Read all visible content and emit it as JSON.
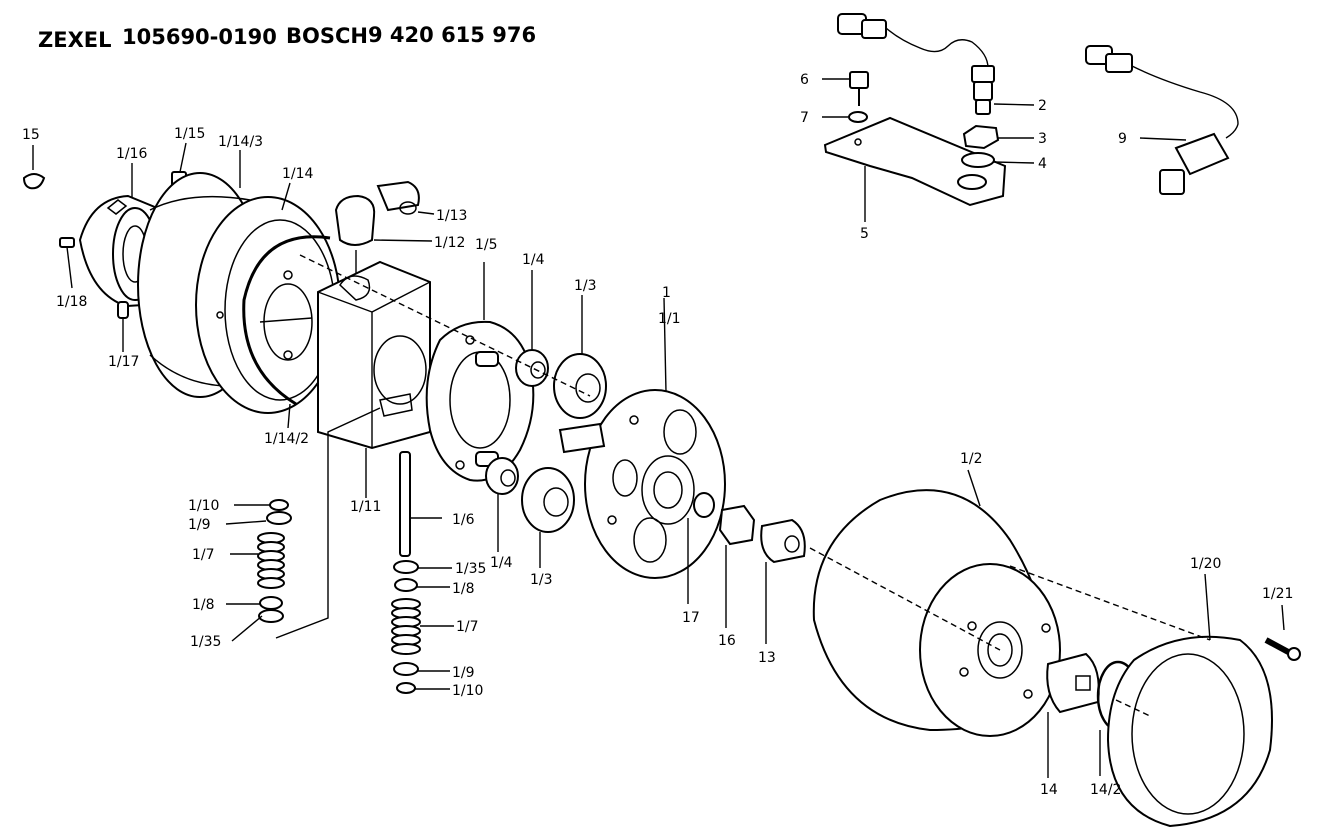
{
  "header": {
    "brand1": "ZEXEL",
    "number1": "105690-0190",
    "brand2": "BOSCH",
    "number2": "9 420 615 976"
  },
  "labels": {
    "l15": "15",
    "l1_16": "1/16",
    "l1_15": "1/15",
    "l1_14_3": "1/14/3",
    "l1_14": "1/14",
    "l1_13": "1/13",
    "l1_12": "1/12",
    "l1_5": "1/5",
    "l1_4a": "1/4",
    "l1_3a": "1/3",
    "l1": "1",
    "l1_1": "1/1",
    "l1_18": "1/18",
    "l1_17": "1/17",
    "l1_14_2": "1/14/2",
    "l1_11": "1/11",
    "l1_6": "1/6",
    "l1_35a": "1/35",
    "l1_8a": "1/8",
    "l1_7a": "1/7",
    "l1_9a": "1/9",
    "l1_10a": "1/10",
    "l1_4b": "1/4",
    "l1_3b": "1/3",
    "l17": "17",
    "l16": "16",
    "l13": "13",
    "l1_2": "1/2",
    "l1_20": "1/20",
    "l1_21": "1/21",
    "l14": "14",
    "l14_2": "14/2",
    "l1_10b": "1/10",
    "l1_9b": "1/9",
    "l1_7b": "1/7",
    "l1_8b": "1/8",
    "l1_35b": "1/35",
    "l6": "6",
    "l7": "7",
    "l5": "5",
    "l2": "2",
    "l3": "3",
    "l4": "4",
    "l9": "9"
  }
}
